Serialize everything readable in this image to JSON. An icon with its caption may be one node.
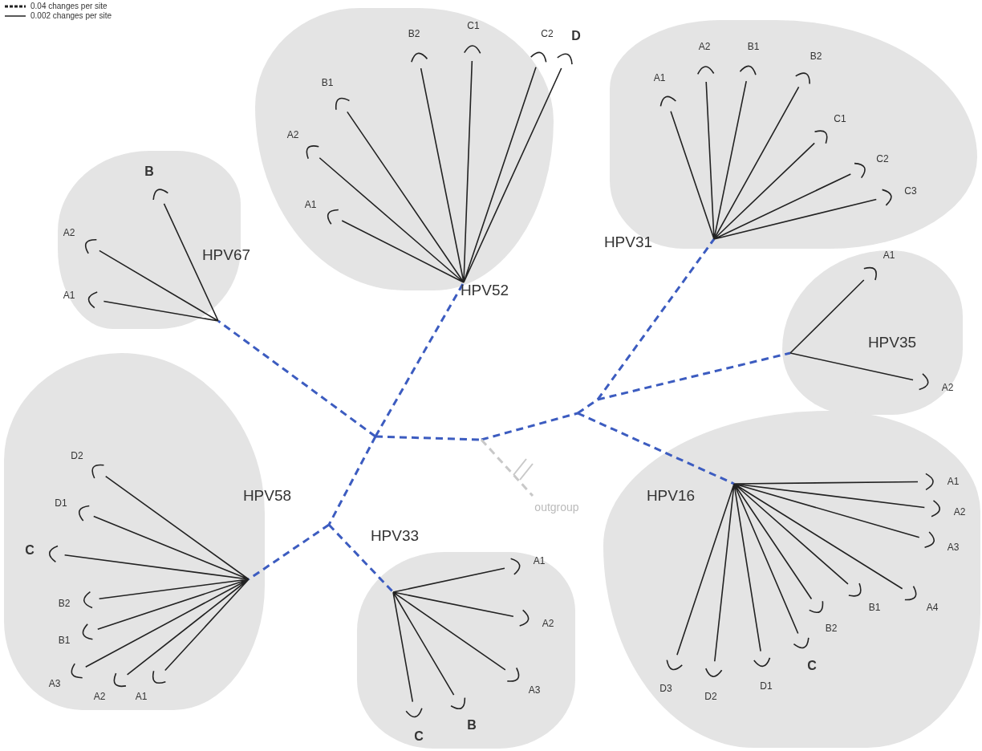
{
  "diagram": {
    "nodes": [
      {
        "text": [
          "B",
          "A2",
          "HPV67",
          "A1"
        ]
      },
      {
        "text": [
          "B2",
          "C1",
          "C2",
          "D",
          "B1",
          "A2",
          "A1",
          "HPV52"
        ]
      },
      {
        "text": [
          "A2",
          "B1",
          "B2",
          "A1",
          "C1",
          "C2",
          "C3",
          "HPV31"
        ]
      },
      {
        "text": [
          "A1",
          "HPV35",
          "A2"
        ]
      },
      {
        "text": [
          "D2",
          "D1",
          "HPV58",
          "C",
          "B2",
          "B1",
          "A3",
          "A2",
          "A1"
        ]
      },
      {
        "text": [
          "HPV33",
          "A1",
          "A2",
          "A3",
          "B",
          "C"
        ]
      },
      {
        "text": [
          "A1",
          "HPV16",
          "A2",
          "A3",
          "A4",
          "B1",
          "B2",
          "C",
          "D1",
          "D2",
          "D3"
        ]
      }
    ],
    "labels": [
      "outgroup"
    ],
    "legend": [
      {
        "text": "0.04 changes per site"
      },
      {
        "text": "0.002 changes per site"
      }
    ]
  }
}
